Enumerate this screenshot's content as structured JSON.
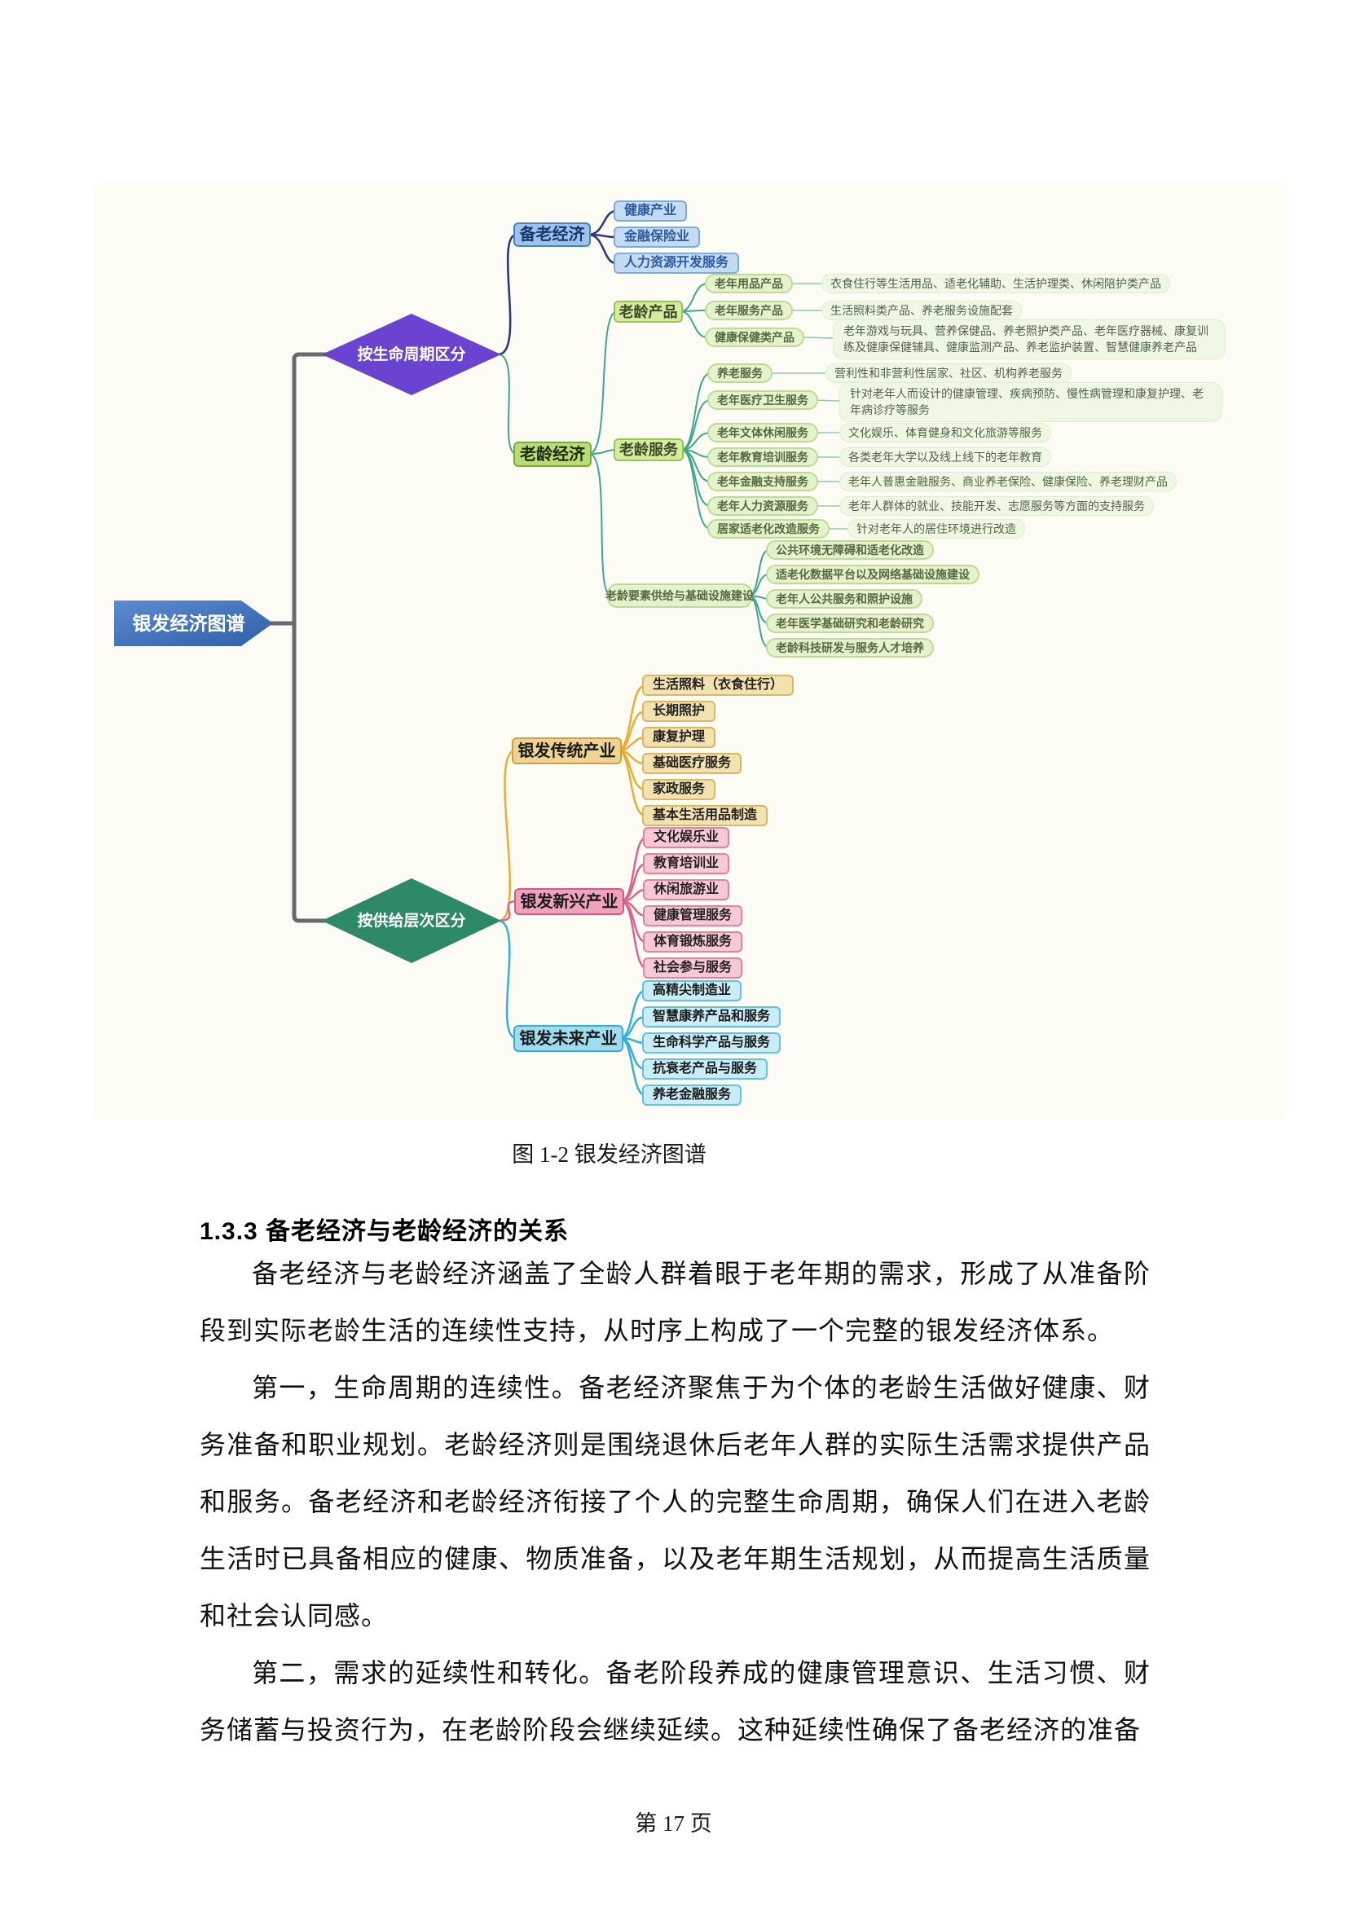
{
  "figure": {
    "root": "银发经济图谱",
    "caption": "图 1-2 银发经济图谱",
    "branch_lifecycle": {
      "label": "按生命周期区分",
      "beilao": {
        "label": "备老经济",
        "children": [
          "健康产业",
          "金融保险业",
          "人力资源开发服务"
        ]
      },
      "laoling": {
        "label": "老龄经济",
        "products": {
          "label": "老龄产品",
          "items": [
            {
              "k": "老年用品产品",
              "v": "衣食住行等生活用品、适老化辅助、生活护理类、休闲陪护类产品"
            },
            {
              "k": "老年服务产品",
              "v": "生活照料类产品、养老服务设施配套"
            },
            {
              "k": "健康保健类产品",
              "v": "老年游戏与玩具、营养保健品、养老照护类产品、老年医疗器械、康复训练及健康保健辅具、健康监测产品、养老监护装置、智慧健康养老产品"
            }
          ]
        },
        "services": {
          "label": "老龄服务",
          "items": [
            {
              "k": "养老服务",
              "v": "营利性和非营利性居家、社区、机构养老服务"
            },
            {
              "k": "老年医疗卫生服务",
              "v": "针对老年人而设计的健康管理、疾病预防、慢性病管理和康复护理、老年病诊疗等服务"
            },
            {
              "k": "老年文体休闲服务",
              "v": "文化娱乐、体育健身和文化旅游等服务"
            },
            {
              "k": "老年教育培训服务",
              "v": "各类老年大学以及线上线下的老年教育"
            },
            {
              "k": "老年金融支持服务",
              "v": "老年人普惠金融服务、商业养老保险、健康保险、养老理财产品"
            },
            {
              "k": "老年人力资源服务",
              "v": "老年人群体的就业、技能开发、志愿服务等方面的支持服务"
            },
            {
              "k": "居家适老化改造服务",
              "v": "针对老年人的居住环境进行改造"
            }
          ]
        },
        "infrastructure": {
          "label": "老龄要素供给与基础设施建设",
          "children": [
            "公共环境无障碍和适老化改造",
            "适老化数据平台以及网络基础设施建设",
            "老年人公共服务和照护设施",
            "老年医学基础研究和老龄研究",
            "老龄科技研发与服务人才培养"
          ]
        }
      }
    },
    "branch_supply": {
      "label": "按供给层次区分",
      "traditional": {
        "label": "银发传统产业",
        "children": [
          "生活照料（衣食住行）",
          "长期照护",
          "康复护理",
          "基础医疗服务",
          "家政服务",
          "基本生活用品制造"
        ]
      },
      "emerging": {
        "label": "银发新兴产业",
        "children": [
          "文化娱乐业",
          "教育培训业",
          "休闲旅游业",
          "健康管理服务",
          "体育锻炼服务",
          "社会参与服务"
        ]
      },
      "future": {
        "label": "银发未来产业",
        "children": [
          "高精尖制造业",
          "智慧康养产品和服务",
          "生命科学产品与服务",
          "抗衰老产品与服务",
          "养老金融服务"
        ]
      }
    }
  },
  "section": {
    "heading": "1.3.3 备老经济与老龄经济的关系",
    "paragraphs": [
      "备老经济与老龄经济涵盖了全龄人群着眼于老年期的需求，形成了从准备阶段到实际老龄生活的连续性支持，从时序上构成了一个完整的银发经济体系。",
      "第一，生命周期的连续性。备老经济聚焦于为个体的老龄生活做好健康、财务准备和职业规划。老龄经济则是围绕退休后老年人群的实际生活需求提供产品和服务。备老经济和老龄经济衔接了个人的完整生命周期，确保人们在进入老龄生活时已具备相应的健康、物质准备，以及老年期生活规划，从而提高生活质量和社会认同感。",
      "第二，需求的延续性和转化。备老阶段养成的健康管理意识、生活习惯、财务储蓄与投资行为，在老龄阶段会继续延续。这种延续性确保了备老经济的准备"
    ]
  },
  "footer": {
    "page_label": "第 17 页"
  },
  "colors": {
    "root_blue": "#3f6db5",
    "lifecycle_purple": "#6a44d0",
    "supply_green": "#2e8a66",
    "beilao_blue": "#9cc3ec",
    "laoling_green": "#b9dd75",
    "traditional_yellow": "#eed395",
    "emerging_pink": "#f0a2bd",
    "future_cyan": "#9fdcee",
    "trunk_gray": "#6a6a6a"
  }
}
